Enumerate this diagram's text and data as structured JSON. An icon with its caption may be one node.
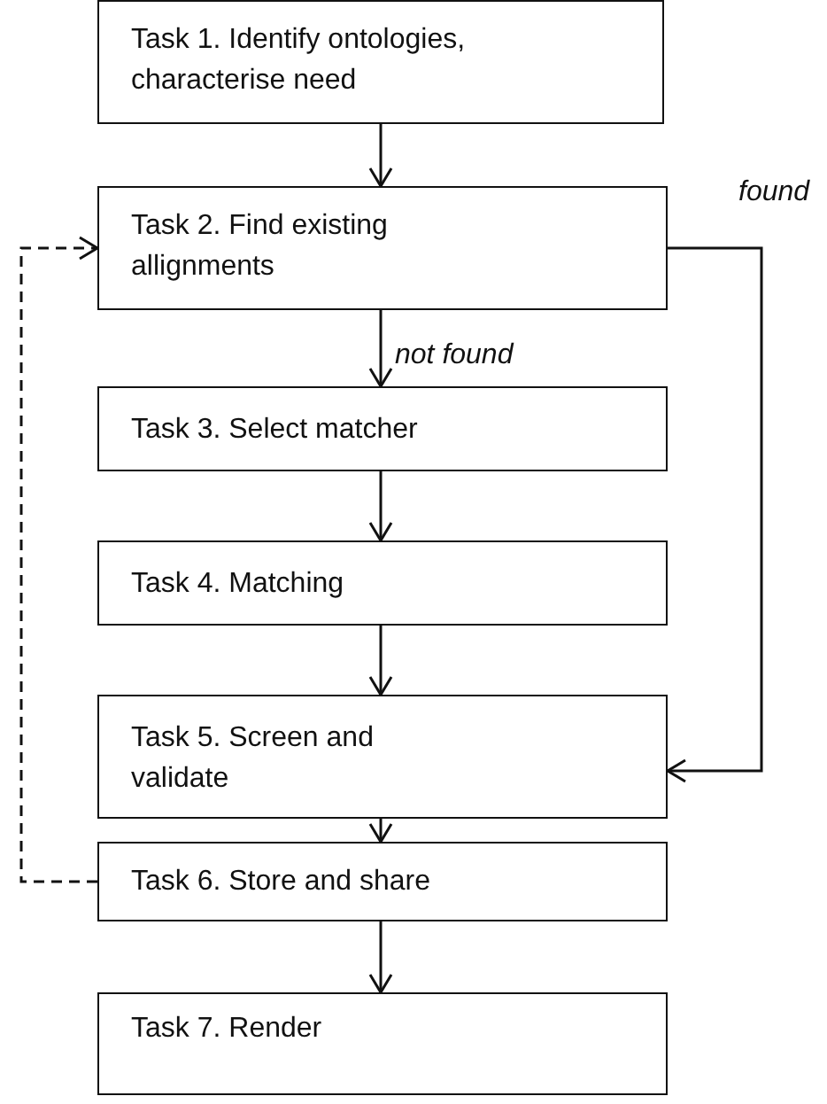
{
  "diagram": {
    "nodes": [
      {
        "text": [
          "Task 1. Identify ontologies, characterise need"
        ]
      },
      {
        "text": [
          "Task 2. Find existing allignments"
        ]
      },
      {
        "text": [
          "Task 3. Select matcher"
        ]
      },
      {
        "text": [
          "Task 4. Matching"
        ]
      },
      {
        "text": [
          "Task 5. Screen and validate"
        ]
      },
      {
        "text": [
          "Task 6. Store and share"
        ]
      },
      {
        "text": [
          "Task 7. Render"
        ]
      }
    ],
    "edges": [
      {
        "from": 0,
        "to": 1,
        "arrow": "to"
      },
      {
        "from": 1,
        "to": 2,
        "arrow": "to",
        "label": "not found"
      },
      {
        "from": 2,
        "to": 3,
        "arrow": "to"
      },
      {
        "from": 3,
        "to": 4,
        "arrow": "to"
      },
      {
        "from": 4,
        "to": 5,
        "arrow": "to"
      },
      {
        "from": 5,
        "to": 6,
        "arrow": "to"
      },
      {
        "from": 1,
        "to": 4,
        "arrow": "to",
        "label": "found"
      },
      {
        "from": 5,
        "to": 1,
        "arrow": "to",
        "style": "dashed"
      }
    ]
  }
}
